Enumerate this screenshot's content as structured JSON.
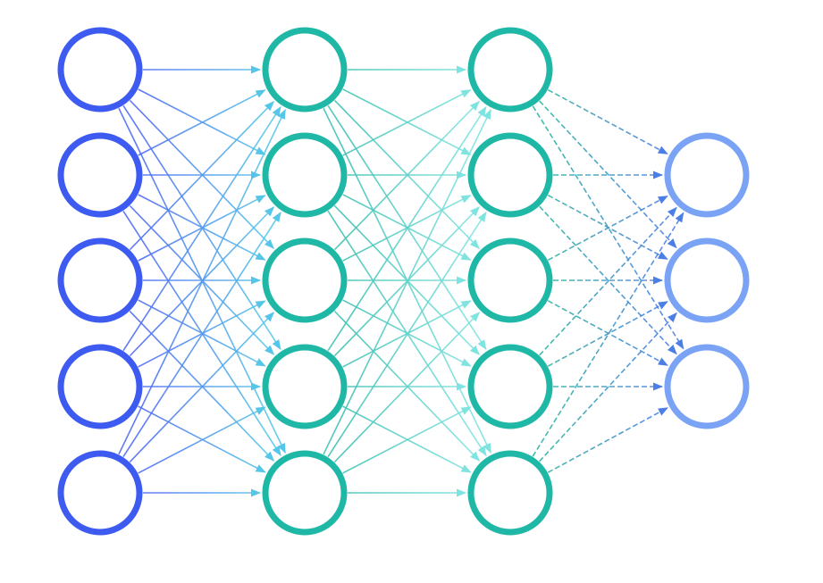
{
  "diagram": {
    "type": "feedforward-neural-network",
    "layers": [
      {
        "name": "input-layer",
        "nodes": 5,
        "color": "#3d5af1"
      },
      {
        "name": "hidden-layer-1",
        "nodes": 5,
        "color": "#1fb8a6"
      },
      {
        "name": "hidden-layer-2",
        "nodes": 5,
        "color": "#1fb8a6"
      },
      {
        "name": "output-layer",
        "nodes": 3,
        "color": "#7aa3f5"
      }
    ],
    "connections": [
      {
        "from": 0,
        "to": 1,
        "pattern": "fully-connected",
        "style": "solid",
        "color_start": "#4f6cf5",
        "color_end": "#56c6e8"
      },
      {
        "from": 1,
        "to": 2,
        "pattern": "fully-connected",
        "style": "solid",
        "color_start": "#40c2b4",
        "color_end": "#7fe3e0"
      },
      {
        "from": 2,
        "to": 3,
        "pattern": "fully-connected",
        "style": "dashed",
        "color_start": "#2fb3a6",
        "color_end": "#4c7fe6"
      }
    ],
    "background": "#ffffff"
  }
}
